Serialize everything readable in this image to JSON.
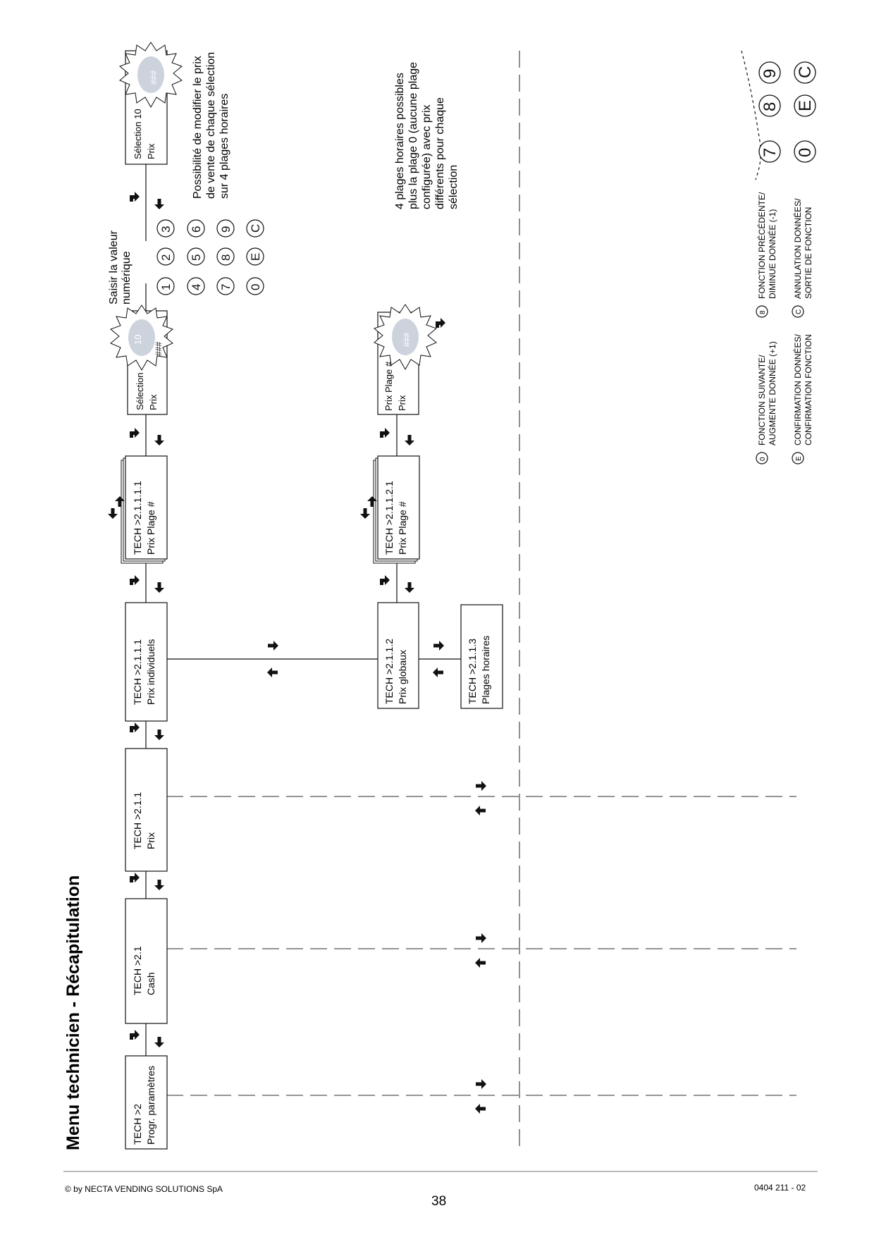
{
  "title": "Menu technicien - Récapitulation",
  "boxes": {
    "tech2": [
      "TECH >2",
      "Progr. paramètres"
    ],
    "tech21": [
      "TECH >2.1",
      "Cash"
    ],
    "tech211": [
      "TECH >2.1.1",
      "Prix"
    ],
    "tech2111": [
      "TECH >2.1.1.1",
      "Prix individuels"
    ],
    "tech21111": [
      "TECH >2.1.1.1.1",
      "Prix Plage #"
    ],
    "selection_prix": [
      "Sélection",
      "Prix"
    ],
    "selection_10": [
      "Sélection  10",
      "Prix"
    ],
    "tech2112": [
      "TECH >2.1.1.2",
      "Prix globaux"
    ],
    "tech21121": [
      "TECH >2.1.1.2.1",
      "Prix Plage #"
    ],
    "prix_plage": [
      "Prix Plage #",
      "Prix"
    ],
    "tech2113": [
      "TECH >2.1.1.3",
      "Plages horaires"
    ]
  },
  "burst_values": {
    "sel_code": "10",
    "sel_price": "###",
    "sel10_price": "###",
    "plage_price": "###"
  },
  "notes": {
    "saisir": [
      "Saisir la valeur",
      "numérique"
    ],
    "possibilite": [
      "Possibilité de modifier le prix",
      "de vente de chaque sélection",
      "sur 4 plages horaires"
    ],
    "plages": [
      "4 plages horaires possibles",
      "plus la plage 0 (aucune plage",
      "configurée) avec prix",
      "différents pour chaque",
      "sélection"
    ]
  },
  "keypad": {
    "rows": [
      [
        "1",
        "2",
        "3"
      ],
      [
        "4",
        "5",
        "6"
      ],
      [
        "7",
        "8",
        "9"
      ],
      [
        "0",
        "E",
        "C"
      ]
    ]
  },
  "legend": [
    {
      "key": "0",
      "lines": [
        "FONCTION SUIVANTE/",
        "AUGMENTE DONNÉE (+1)"
      ]
    },
    {
      "key": "8",
      "lines": [
        "FONCTION PRÉCÉDENTE/",
        "DIMINUE DONNÉE (-1)"
      ]
    },
    {
      "key": "E",
      "lines": [
        "CONFIRMATION DONNÉES/",
        "CONFIRMATION FONCTION"
      ]
    },
    {
      "key": "C",
      "lines": [
        "ANNULATION DONNÉES/",
        "SORTIE DE FONCTION"
      ]
    }
  ],
  "footer": {
    "copyright": "© by NECTA VENDING SOLUTIONS SpA",
    "page_number": "38",
    "doc_code": "0404 211 - 02"
  }
}
